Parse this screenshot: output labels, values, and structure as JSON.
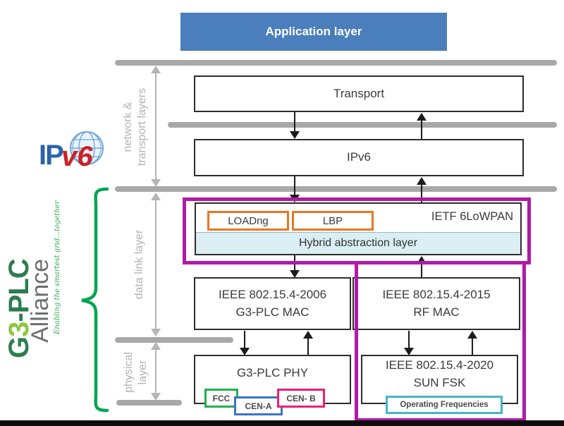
{
  "stack": {
    "application_layer": "Application layer",
    "transport": "Transport",
    "ipv6": "IPv6",
    "adaptation": {
      "loadng": "LOADng",
      "lbp": "LBP",
      "ietf_6lowpan": "IETF 6LoWPAN",
      "hybrid_abstraction": "Hybrid abstraction layer"
    },
    "mac_plc": {
      "line1": "IEEE 802.15.4-2006",
      "line2": "G3-PLC MAC"
    },
    "mac_rf": {
      "line1": "IEEE 802.15.4-2015",
      "line2": "RF MAC"
    },
    "phy_plc": {
      "label": "G3-PLC PHY",
      "bands": {
        "fcc": "FCC",
        "cen_a": "CEN-A",
        "cen_b": "CEN- B"
      }
    },
    "phy_rf": {
      "line1": "IEEE 802.15.4-2020",
      "line2": "SUN FSK",
      "operating_frequencies": "Operating Frequencies"
    }
  },
  "side_labels": {
    "network_transport_line1": "network &",
    "network_transport_line2": "transport layers",
    "data_link": "data link layer",
    "physical_line1": "physical",
    "physical_line2": "layer"
  },
  "logos": {
    "ipv6": {
      "prefix": "IP",
      "suffix": "v6"
    },
    "g3plc": {
      "part1": "G",
      "part2": "3",
      "part3": "-PLC",
      "alliance": "Alliance",
      "tagline": "Enabling the smartest grid...together"
    }
  },
  "colors": {
    "application_blue": "#4a7ebc",
    "separator_gray": "#a8a8a8",
    "highlight_magenta": "#b11aa5",
    "routing_orange": "#e87722",
    "hybrid_light_blue": "#daeef3",
    "alliance_green": "#00a651",
    "fcc_green": "#22b14c",
    "cen_a_blue": "#3a75c4",
    "cen_b_pink": "#ed1e79",
    "op_freq_teal": "#45b5c8",
    "ipv6_blue": "#2a63ad",
    "ipv6_red": "#cc2027"
  }
}
